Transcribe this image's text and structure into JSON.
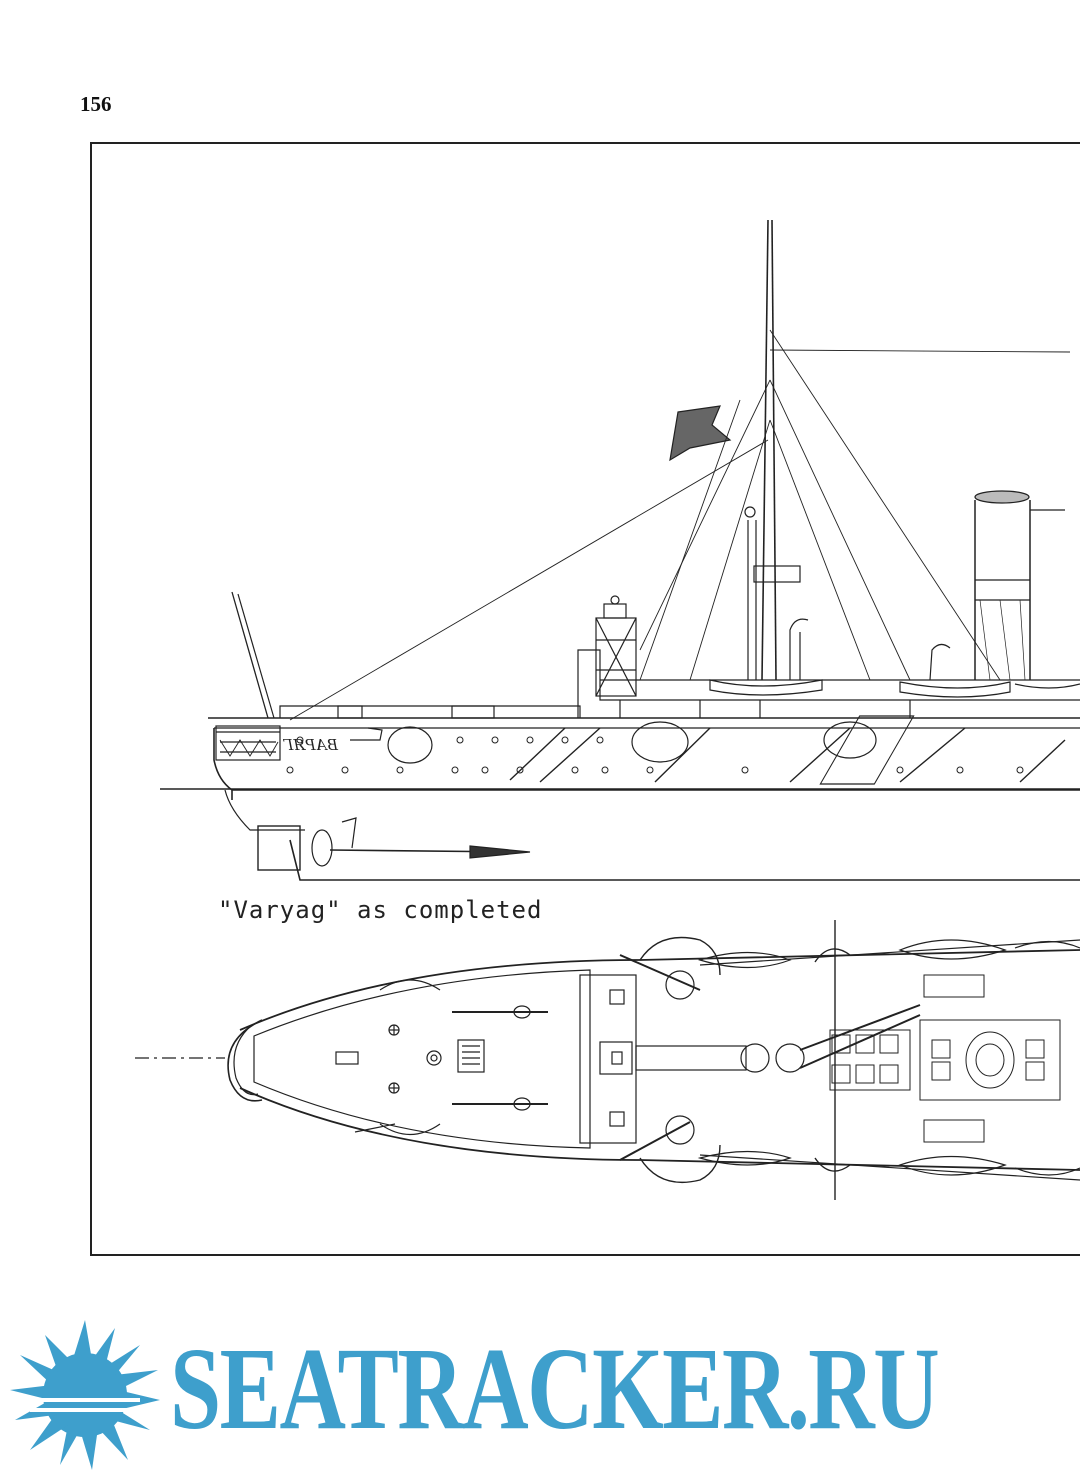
{
  "page": {
    "number": "156"
  },
  "figure": {
    "caption": "\"Varyag\" as completed",
    "views": [
      "side-elevation",
      "deck-plan"
    ],
    "hull_name_lettering": "ВАРЯГ"
  },
  "watermark": {
    "text": "SEATRACKER.RU",
    "color": "#3e9fcc"
  }
}
